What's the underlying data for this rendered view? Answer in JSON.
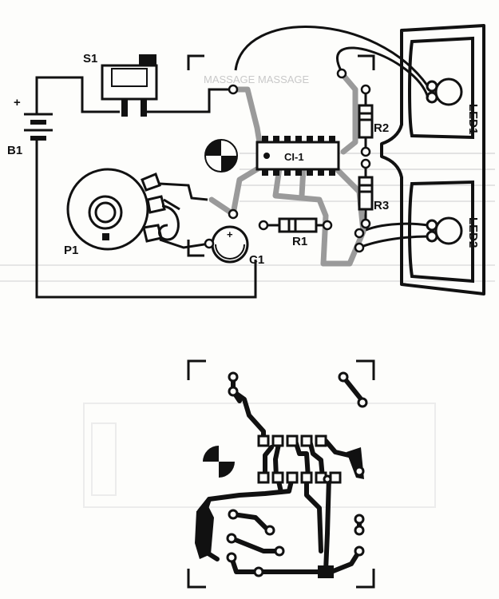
{
  "components": {
    "s1": "S1",
    "b1": "B1",
    "b1_plus": "+",
    "p1": "P1",
    "c1": "C1",
    "c1_plus": "+",
    "r1": "R1",
    "r2": "R2",
    "r3": "R3",
    "ci1": "CI-1",
    "led1": "LED1",
    "led2": "LED2"
  },
  "bleed_text": {
    "massage_tag": "MASSAGE   MASSAGE"
  },
  "colors": {
    "ink": "#111111",
    "paper": "#fdfdfb",
    "ghost": "#c9c9c9"
  }
}
